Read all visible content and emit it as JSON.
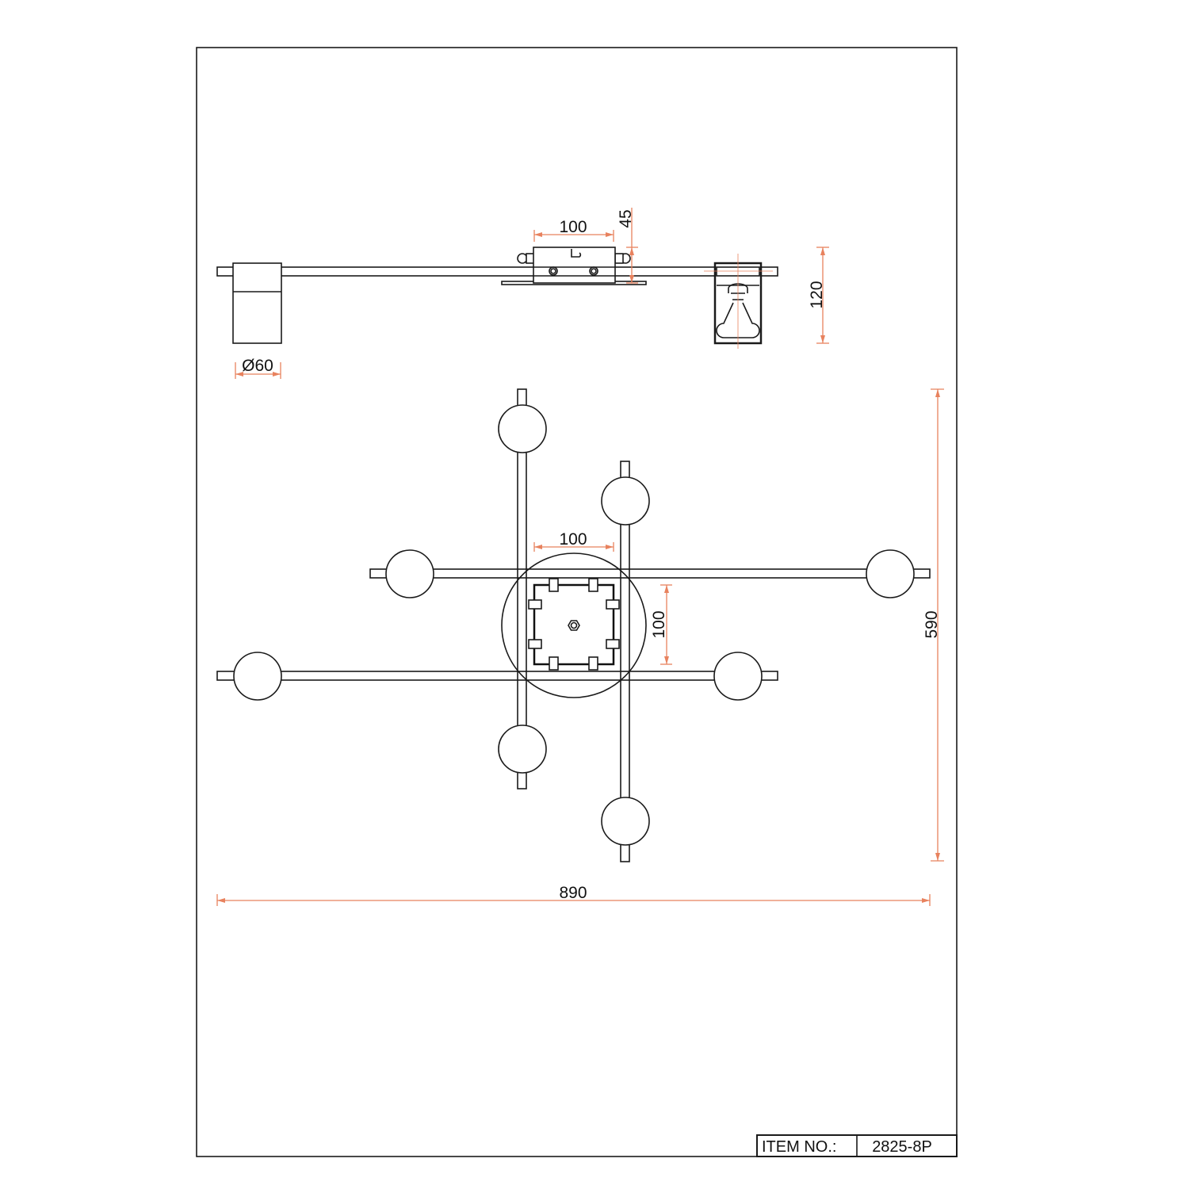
{
  "drawing": {
    "dimensions": {
      "side_box_width": "100",
      "side_box_height": "45",
      "spot_height": "120",
      "spot_diameter": "Ø60",
      "plate_width": "100",
      "plate_height": "100",
      "overall_height": "590",
      "overall_width": "890"
    },
    "title_block": {
      "label": "ITEM NO.:",
      "value": "2825-8P"
    },
    "colors": {
      "line": "#1a1a1a",
      "dimension": "#e8825e"
    }
  }
}
